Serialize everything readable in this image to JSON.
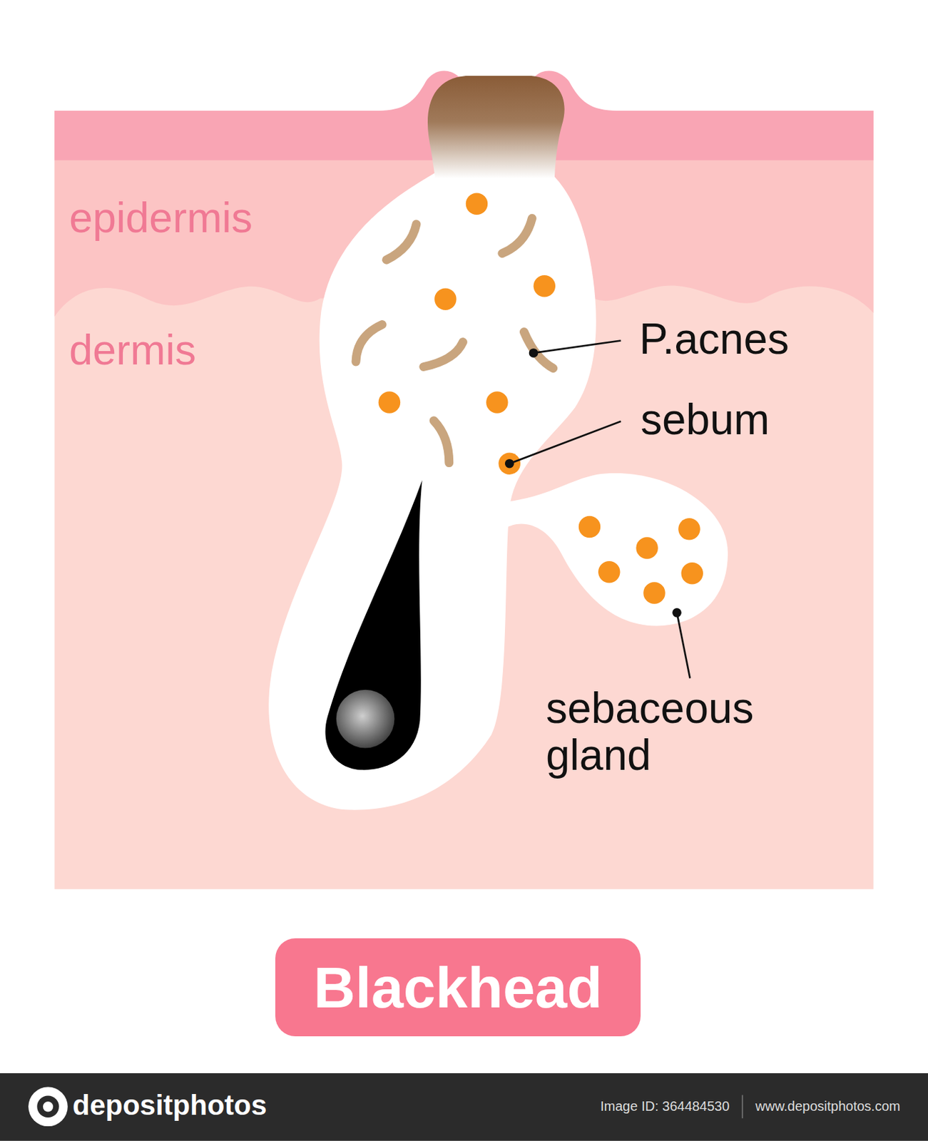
{
  "diagram": {
    "title": "Blackhead",
    "labels": [
      "epidermis",
      "dermis",
      "P.acnes",
      "sebum",
      "sebaceous gland",
      "depositphotos",
      "Image ID: 364484530",
      "www.depositphotos.com"
    ]
  }
}
